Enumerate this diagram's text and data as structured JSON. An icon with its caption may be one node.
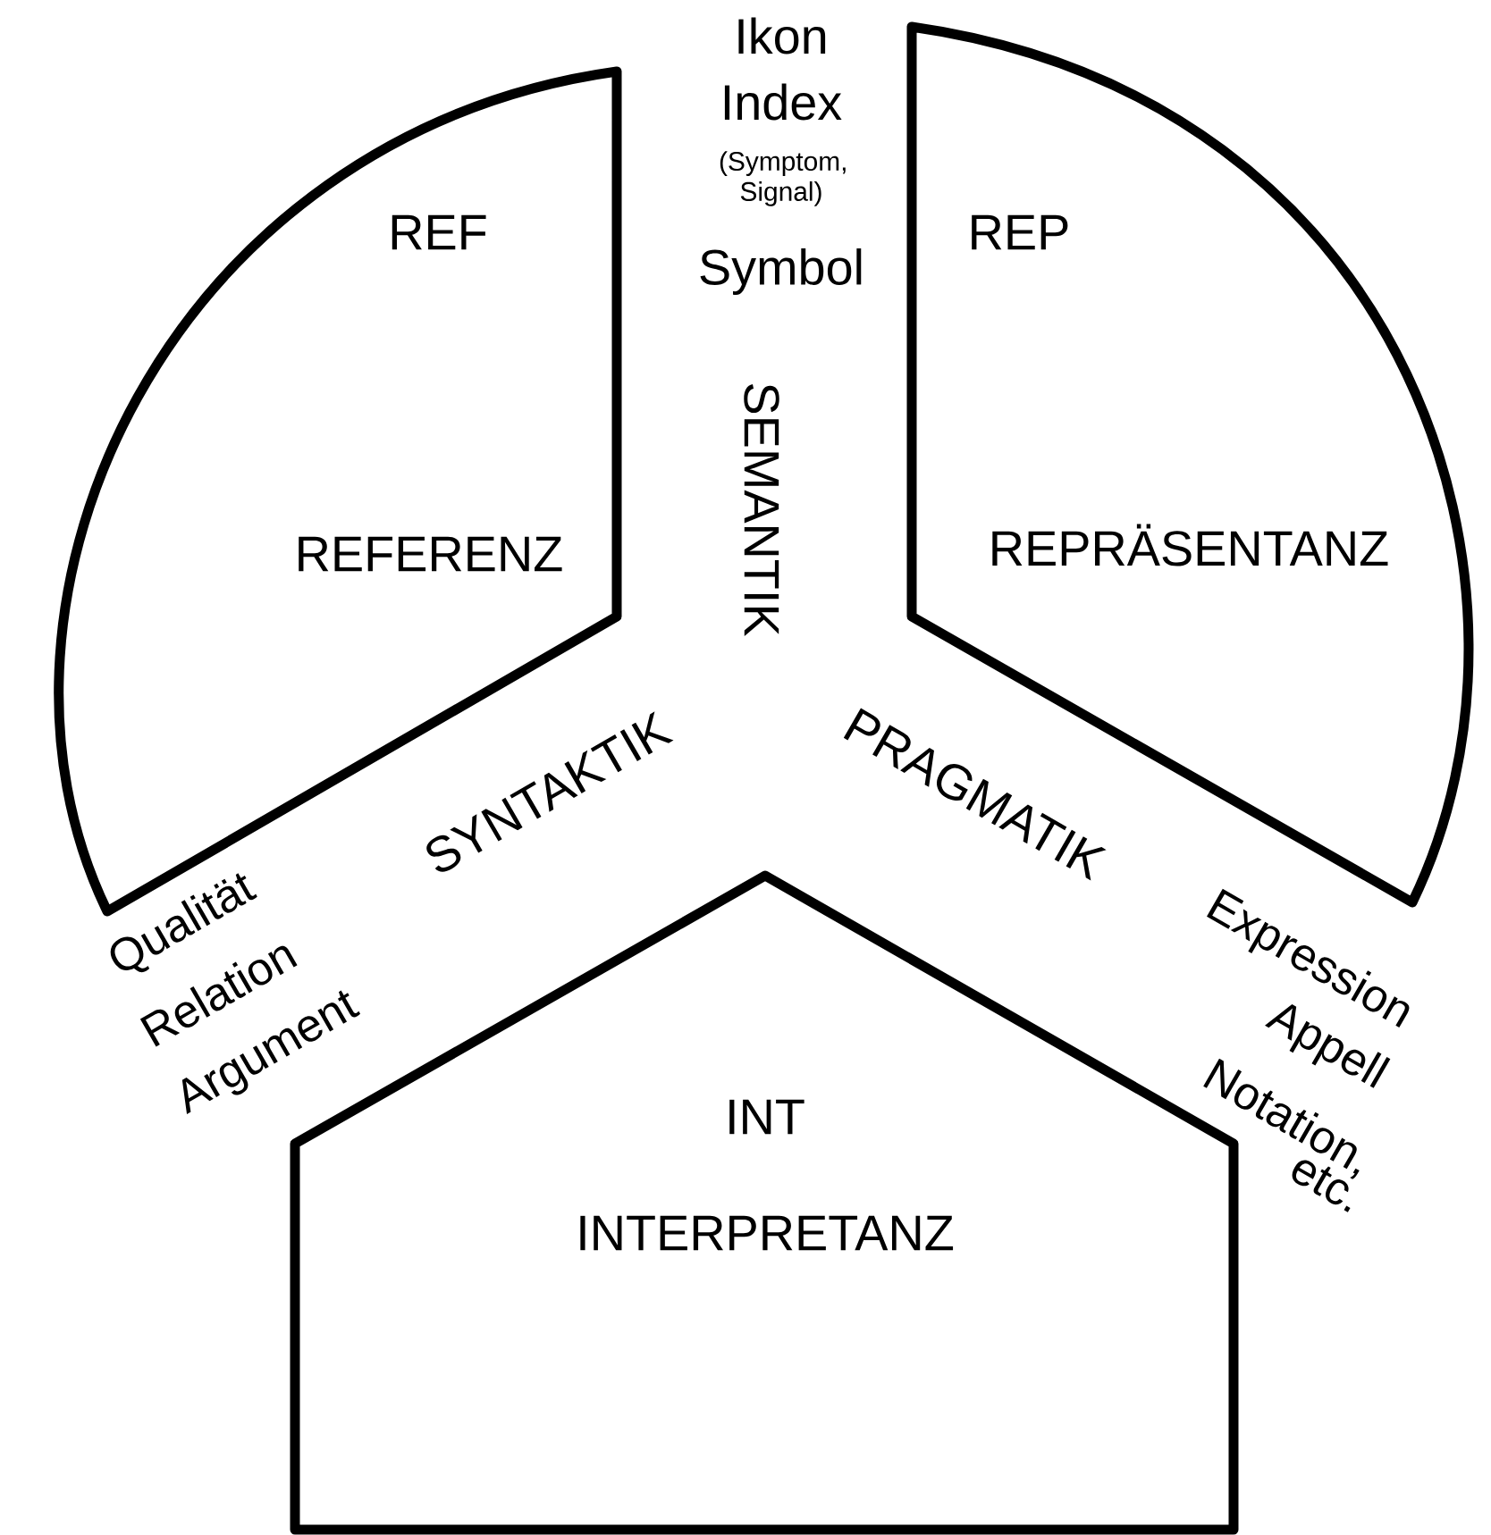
{
  "diagram": {
    "nodes": [
      {
        "text": [
          "REF",
          "REFERENZ"
        ]
      },
      {
        "text": [
          "REP",
          "REPRÄSENTANZ"
        ]
      },
      {
        "text": [
          "INT",
          "INTERPRETANZ"
        ]
      }
    ],
    "labels": [
      "Ikon",
      "Index",
      "(Symptom, Signal)",
      "Symbol",
      "SEMANTIK",
      "SYNTAKTIK",
      "PRAGMATIK",
      "Qualität",
      "Relation",
      "Argument",
      "Expression",
      "Appell",
      "Notation,",
      "etc."
    ]
  }
}
